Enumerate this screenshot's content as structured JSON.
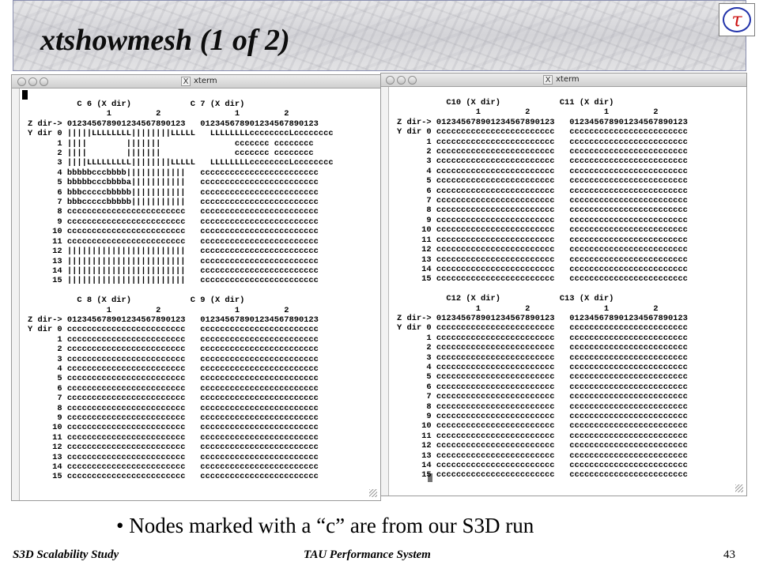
{
  "slide": {
    "title": "xtshowmesh (1 of 2)",
    "logo_letter": "τ",
    "bullet": "Nodes marked with a “c” are from our S3D run",
    "footer_left": "S3D Scalability Study",
    "footer_center": "TAU Performance System",
    "page_number": "43"
  },
  "windows": [
    {
      "title": "xterm",
      "content": "          C 6 (X dir)            C 7 (X dir)\n                1         2               1         2\nZ dir-> 012345678901234567890123   012345678901234567890123\nY dir 0 |||||LLLLLLLL||||||||LLLLL   LLLLLLLLccccccccLcccccccc\n      1 ||||        |||||||               ccccccc cccccccc\n      2 ||||        |||||||               ccccccc cccccccc\n      3 ||||LLLLLLLLL||||||||LLLLL   LLLLLLLLccccccccLcccccccc\n      4 bbbbbcccbbbb||||||||||||   cccccccccccccccccccccccc\n      5 bbbbbcccbbbba|||||||||||   cccccccccccccccccccccccc\n      6 bbbcccccbbbbb|||||||||||   cccccccccccccccccccccccc\n      7 bbbcccccbbbbb|||||||||||   cccccccccccccccccccccccc\n      8 cccccccccccccccccccccccc   cccccccccccccccccccccccc\n      9 cccccccccccccccccccccccc   cccccccccccccccccccccccc\n     10 cccccccccccccccccccccccc   cccccccccccccccccccccccc\n     11 cccccccccccccccccccccccc   cccccccccccccccccccccccc\n     12 ||||||||||||||||||||||||   cccccccccccccccccccccccc\n     13 ||||||||||||||||||||||||   cccccccccccccccccccccccc\n     14 ||||||||||||||||||||||||   cccccccccccccccccccccccc\n     15 ||||||||||||||||||||||||   cccccccccccccccccccccccc\n\n          C 8 (X dir)            C 9 (X dir)\n                1         2               1         2\nZ dir-> 012345678901234567890123   012345678901234567890123\nY dir 0 cccccccccccccccccccccccc   cccccccccccccccccccccccc\n      1 cccccccccccccccccccccccc   cccccccccccccccccccccccc\n      2 cccccccccccccccccccccccc   cccccccccccccccccccccccc\n      3 cccccccccccccccccccccccc   cccccccccccccccccccccccc\n      4 cccccccccccccccccccccccc   cccccccccccccccccccccccc\n      5 cccccccccccccccccccccccc   cccccccccccccccccccccccc\n      6 cccccccccccccccccccccccc   cccccccccccccccccccccccc\n      7 cccccccccccccccccccccccc   cccccccccccccccccccccccc\n      8 cccccccccccccccccccccccc   cccccccccccccccccccccccc\n      9 cccccccccccccccccccccccc   cccccccccccccccccccccccc\n     10 cccccccccccccccccccccccc   cccccccccccccccccccccccc\n     11 cccccccccccccccccccccccc   cccccccccccccccccccccccc\n     12 cccccccccccccccccccccccc   cccccccccccccccccccccccc\n     13 cccccccccccccccccccccccc   cccccccccccccccccccccccc\n     14 cccccccccccccccccccccccc   cccccccccccccccccccccccc\n     15 cccccccccccccccccccccccc   cccccccccccccccccccccccc"
    },
    {
      "title": "xterm",
      "content": "          C10 (X dir)            C11 (X dir)\n                1         2               1         2\nZ dir-> 012345678901234567890123   012345678901234567890123\nY dir 0 cccccccccccccccccccccccc   cccccccccccccccccccccccc\n      1 cccccccccccccccccccccccc   cccccccccccccccccccccccc\n      2 cccccccccccccccccccccccc   cccccccccccccccccccccccc\n      3 cccccccccccccccccccccccc   cccccccccccccccccccccccc\n      4 cccccccccccccccccccccccc   cccccccccccccccccccccccc\n      5 cccccccccccccccccccccccc   cccccccccccccccccccccccc\n      6 cccccccccccccccccccccccc   cccccccccccccccccccccccc\n      7 cccccccccccccccccccccccc   cccccccccccccccccccccccc\n      8 cccccccccccccccccccccccc   cccccccccccccccccccccccc\n      9 cccccccccccccccccccccccc   cccccccccccccccccccccccc\n     10 cccccccccccccccccccccccc   cccccccccccccccccccccccc\n     11 cccccccccccccccccccccccc   cccccccccccccccccccccccc\n     12 cccccccccccccccccccccccc   cccccccccccccccccccccccc\n     13 cccccccccccccccccccccccc   cccccccccccccccccccccccc\n     14 cccccccccccccccccccccccc   cccccccccccccccccccccccc\n     15 cccccccccccccccccccccccc   cccccccccccccccccccccccc\n\n          C12 (X dir)            C13 (X dir)\n                1         2               1         2\nZ dir-> 012345678901234567890123   012345678901234567890123\nY dir 0 cccccccccccccccccccccccc   cccccccccccccccccccccccc\n      1 cccccccccccccccccccccccc   cccccccccccccccccccccccc\n      2 cccccccccccccccccccccccc   cccccccccccccccccccccccc\n      3 cccccccccccccccccccccccc   cccccccccccccccccccccccc\n      4 cccccccccccccccccccccccc   cccccccccccccccccccccccc\n      5 cccccccccccccccccccccccc   cccccccccccccccccccccccc\n      6 cccccccccccccccccccccccc   cccccccccccccccccccccccc\n      7 cccccccccccccccccccccccc   cccccccccccccccccccccccc\n      8 cccccccccccccccccccccccc   cccccccccccccccccccccccc\n      9 cccccccccccccccccccccccc   cccccccccccccccccccccccc\n     10 cccccccccccccccccccccccc   cccccccccccccccccccccccc\n     11 cccccccccccccccccccccccc   cccccccccccccccccccccccc\n     12 cccccccccccccccccccccccc   cccccccccccccccccccccccc\n     13 cccccccccccccccccccccccc   cccccccccccccccccccccccc\n     14 cccccccccccccccccccccccc   cccccccccccccccccccccccc\n     15 cccccccccccccccccccccccc   cccccccccccccccccccccccc"
    }
  ],
  "colors": {
    "banner_border": "#8a8fb0",
    "logo_ring": "#2233aa",
    "logo_tau": "#cc1111"
  }
}
